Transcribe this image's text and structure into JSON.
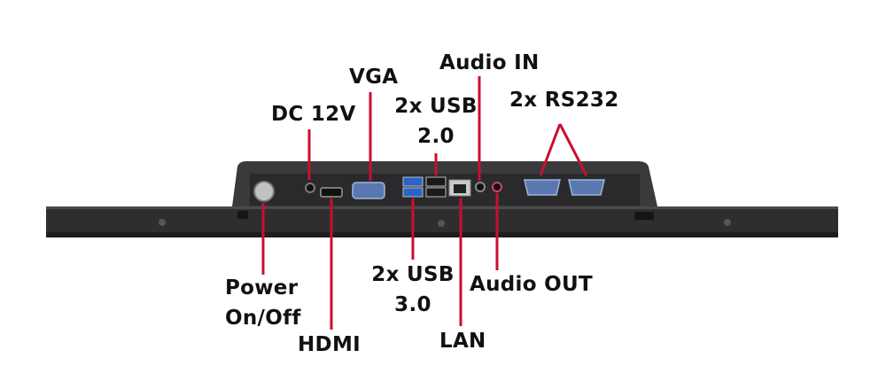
{
  "labels": {
    "dc": "DC 12V",
    "vga": "VGA",
    "usb20_line1": "2x USB",
    "usb20_line2": "2.0",
    "audio_in": "Audio IN",
    "rs232": "2x RS232",
    "power_line1": "Power",
    "power_line2": "On/Off",
    "hdmi": "HDMI",
    "usb30_line1": "2x USB",
    "usb30_line2": "3.0",
    "lan": "LAN",
    "audio_out": "Audio OUT"
  },
  "colors": {
    "leader": "#c8102e",
    "chassis": "#2b2b2d",
    "label": "#111111"
  }
}
